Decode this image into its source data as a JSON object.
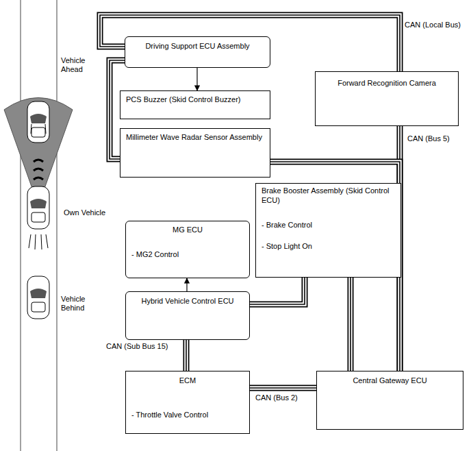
{
  "diagram": {
    "nodes": [
      {
        "text": [
          "Driving Support ECU Assembly"
        ]
      },
      {
        "text": [
          "PCS Buzzer (Skid Control Buzzer)"
        ]
      },
      {
        "text": [
          "Millimeter Wave Radar Sensor Assembly"
        ]
      },
      {
        "text": [
          "Forward Recognition Camera"
        ]
      },
      {
        "text": [
          "Brake Booster Assembly (Skid Control ECU)",
          "- Brake Control",
          "- Stop Light On"
        ]
      },
      {
        "text": [
          "MG ECU",
          "- MG2 Control"
        ]
      },
      {
        "text": [
          "Hybrid Vehicle Control ECU"
        ]
      },
      {
        "text": [
          "ECM",
          "- Throttle Valve Control"
        ]
      },
      {
        "text": [
          "Central Gateway ECU"
        ]
      }
    ],
    "edges": [
      {
        "from": 0,
        "to": 1,
        "arrow": "to"
      },
      {
        "from": 6,
        "to": 5,
        "arrow": "to"
      },
      {
        "from": 0,
        "to": 3,
        "arrow": "none"
      },
      {
        "from": 0,
        "to": 2,
        "arrow": "none"
      },
      {
        "from": 3,
        "to": 8,
        "arrow": "none"
      },
      {
        "from": 2,
        "to": 8,
        "arrow": "none"
      },
      {
        "from": 4,
        "to": 6,
        "arrow": "none"
      },
      {
        "from": 4,
        "to": 8,
        "arrow": "none"
      },
      {
        "from": 6,
        "to": 7,
        "arrow": "none"
      },
      {
        "from": 7,
        "to": 8,
        "arrow": "none"
      }
    ],
    "labels": [
      "CAN (Local Bus)",
      "CAN (Bus 5)",
      "CAN (Sub Bus 15)",
      "CAN (Bus 2)",
      "Vehicle Ahead",
      "Own Vehicle",
      "Vehicle Behind"
    ]
  }
}
